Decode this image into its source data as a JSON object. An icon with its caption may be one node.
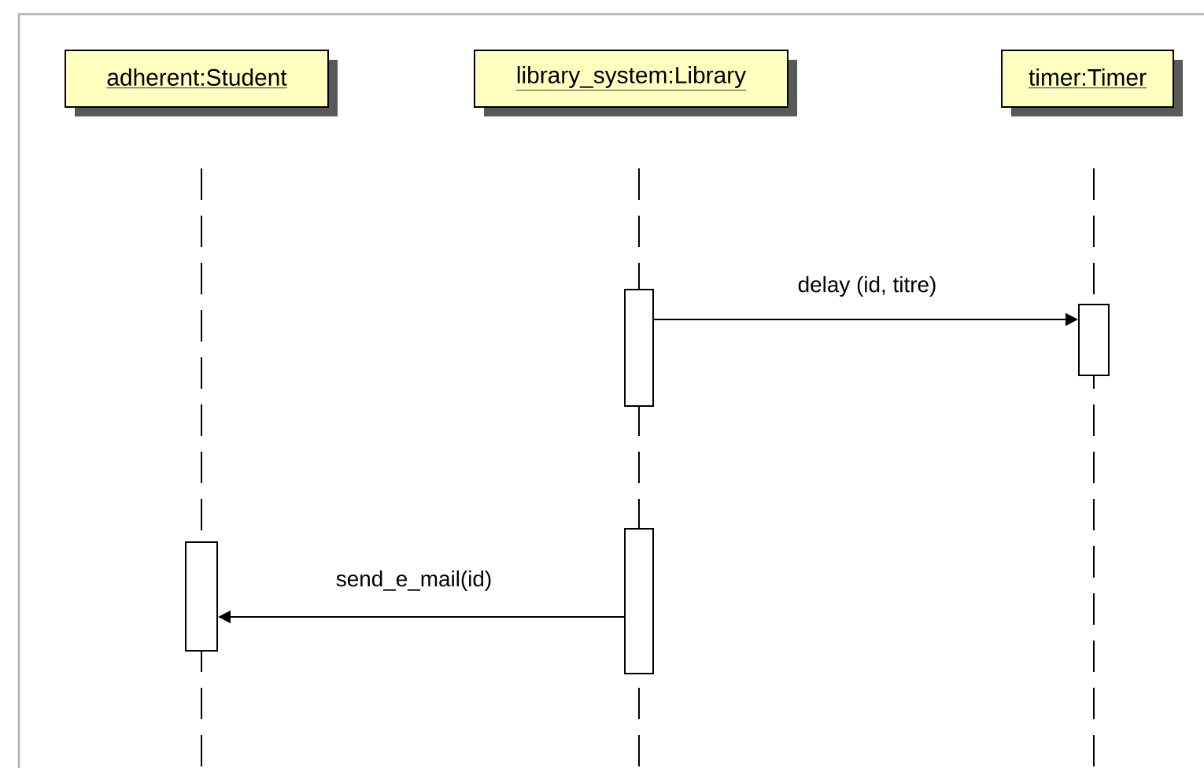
{
  "diagram": {
    "nodes": [
      {
        "text": [
          "adherent:Student"
        ]
      },
      {
        "text": [
          "library_system:Library"
        ]
      },
      {
        "text": [
          "timer:Timer"
        ]
      },
      {
        "text": [],
        "shape": "bar"
      },
      {
        "text": [],
        "shape": "bar"
      },
      {
        "text": [],
        "shape": "bar"
      },
      {
        "text": [],
        "shape": "bar"
      }
    ],
    "edges": [
      {
        "from": 3,
        "to": 4,
        "arrow": "to",
        "label": "delay (id, titre)"
      },
      {
        "from": 6,
        "to": 5,
        "arrow": "to",
        "label": "send_e_mail(id)"
      }
    ]
  }
}
